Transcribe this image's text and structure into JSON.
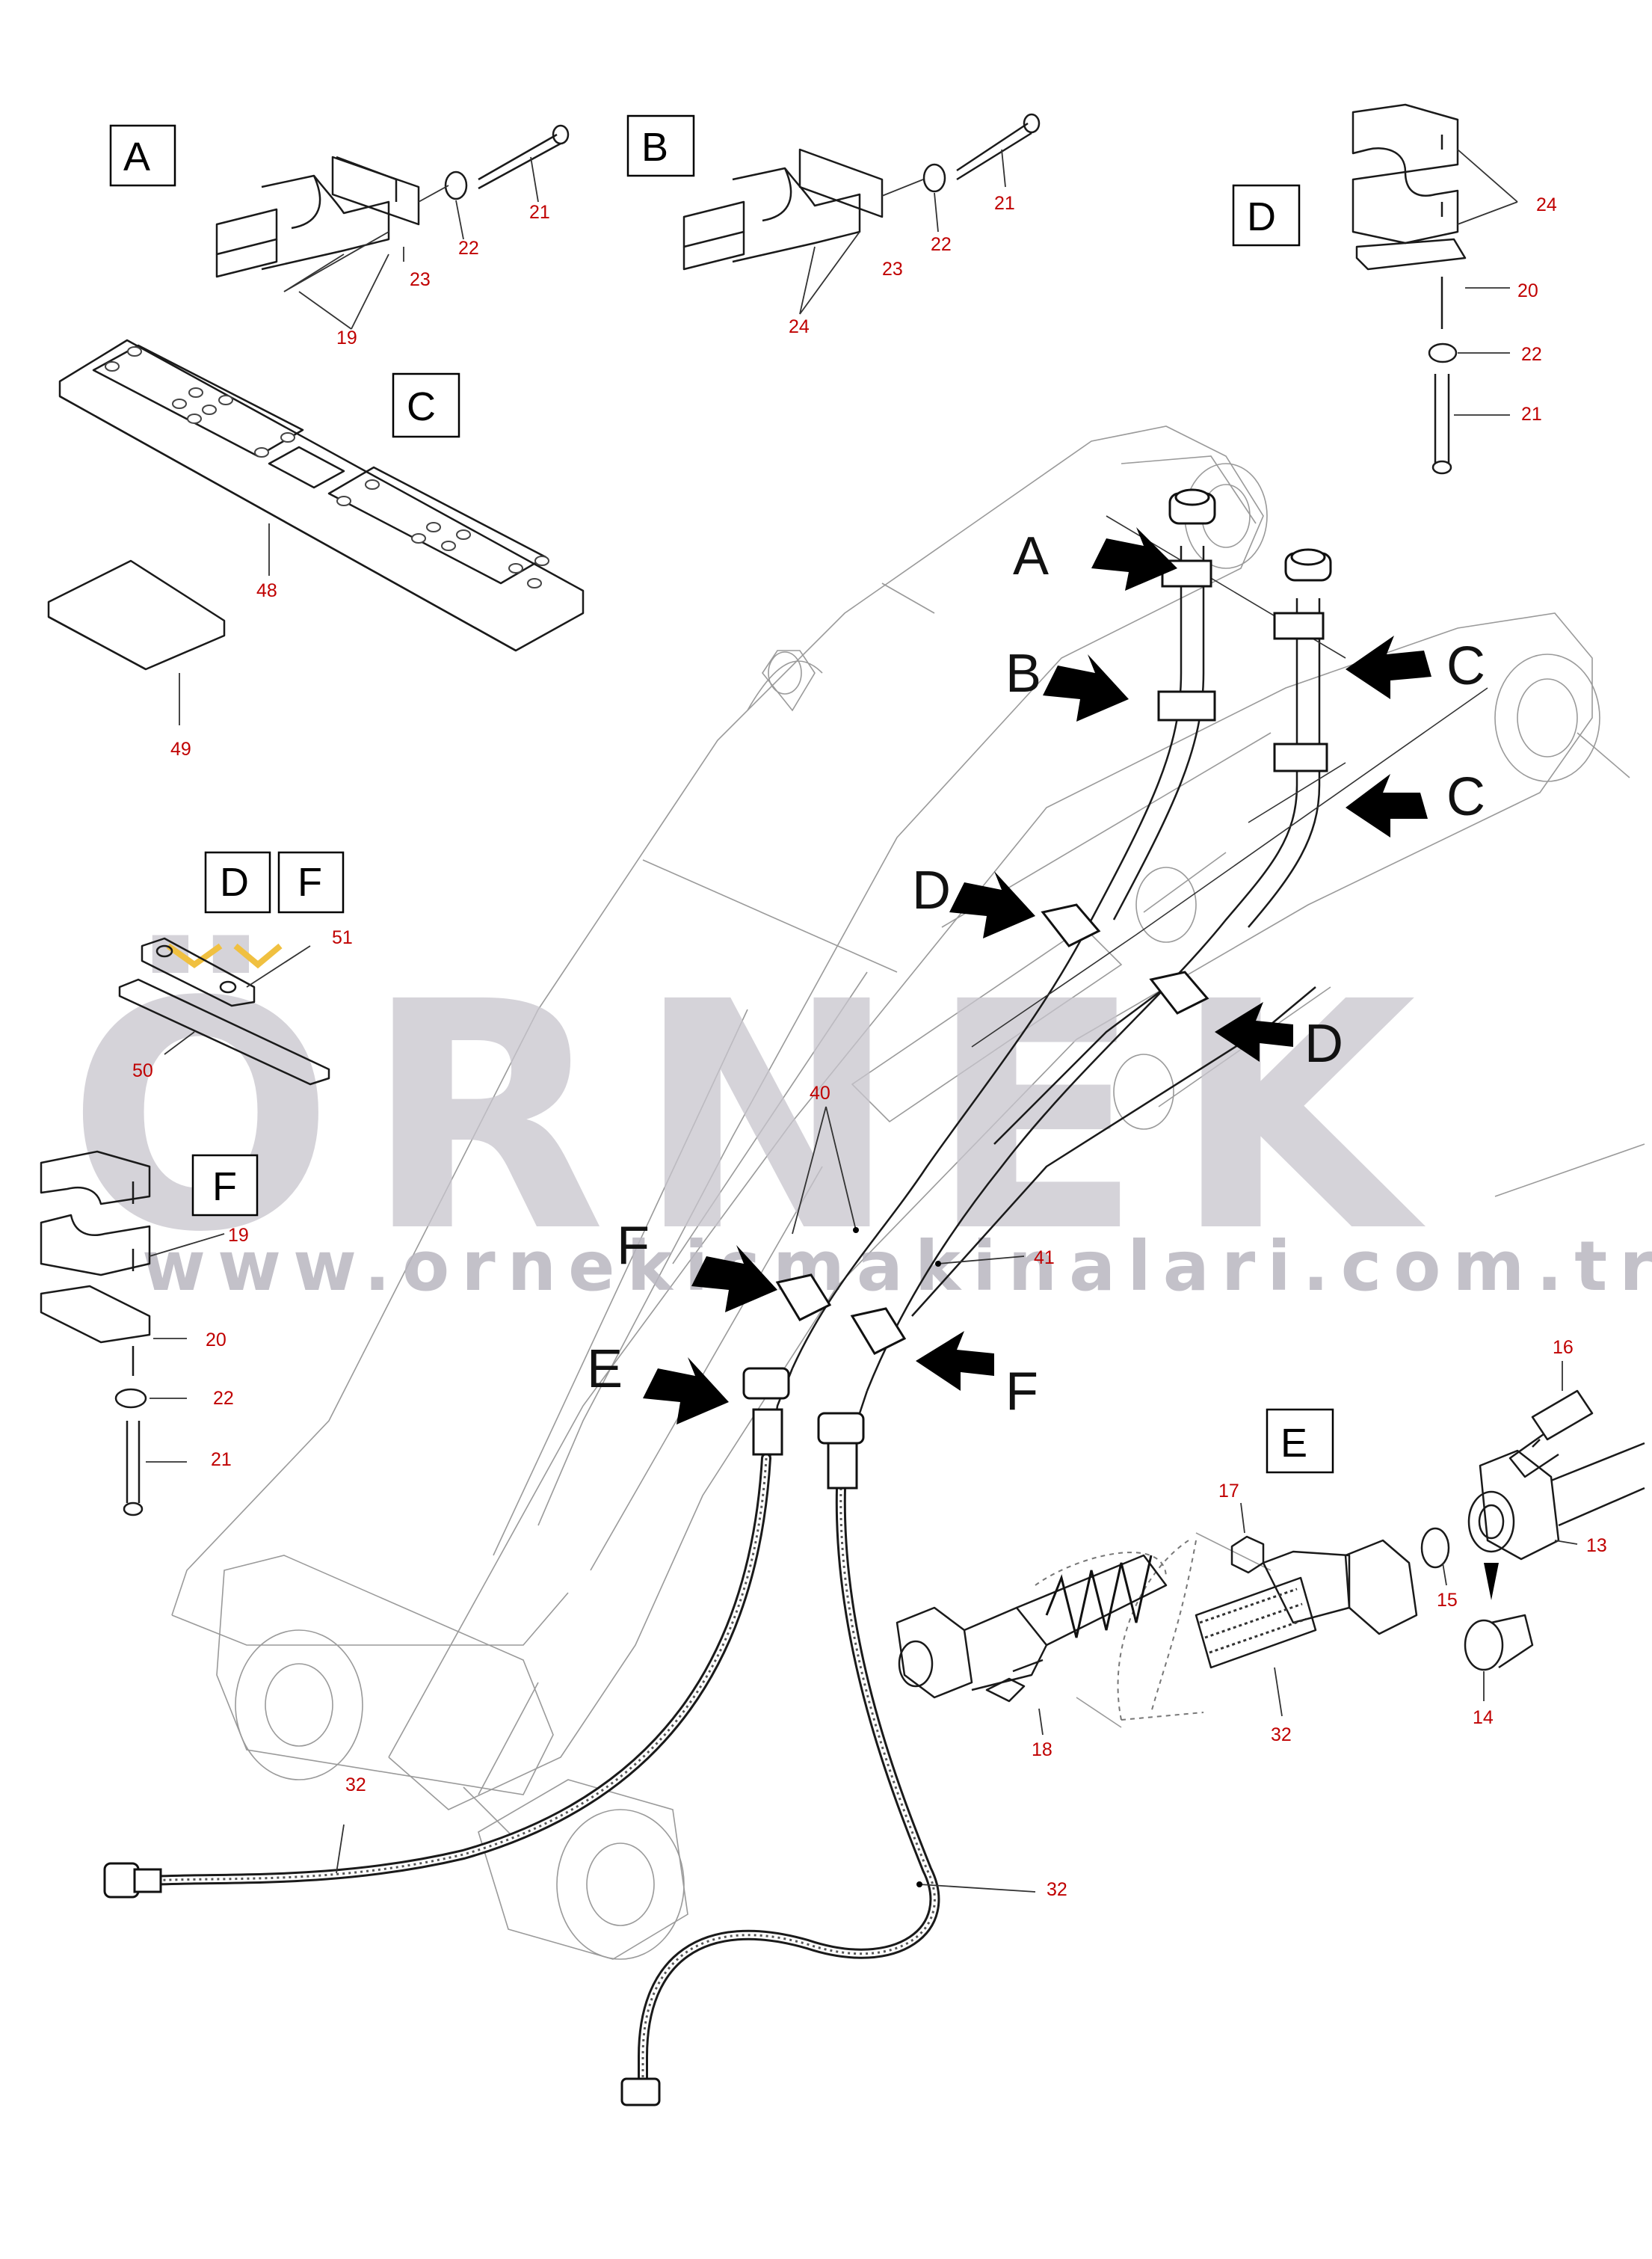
{
  "watermark": {
    "brand": "ÖRNEK",
    "url": "www.ornekismakinalari.com.tr"
  },
  "detail_boxes": {
    "a": "A",
    "b": "B",
    "c": "C",
    "d_top": "D",
    "d_mid": "D",
    "f_mid": "F",
    "f_low": "F",
    "e": "E"
  },
  "pointer_letters": {
    "a": "A",
    "b": "B",
    "c1": "C",
    "c2": "C",
    "d1": "D",
    "d2": "D",
    "e": "E",
    "f": "F",
    "f2": "F"
  },
  "part_numbers": {
    "a_21": "21",
    "a_22": "22",
    "a_23": "23",
    "a_19": "19",
    "b_21": "21",
    "b_22": "22",
    "b_23": "23",
    "b_24": "24",
    "d_24": "24",
    "d_20": "20",
    "d_22": "22",
    "d_21": "21",
    "c_48": "48",
    "c_49": "49",
    "df_51": "51",
    "df_50": "50",
    "f_19": "19",
    "f_20": "20",
    "f_22": "22",
    "f_21": "21",
    "main_40": "40",
    "main_41": "41",
    "main_32a": "32",
    "main_32b": "32",
    "e_16": "16",
    "e_17": "17",
    "e_13": "13",
    "e_15": "15",
    "e_14": "14",
    "e_18": "18",
    "e_32": "32"
  }
}
